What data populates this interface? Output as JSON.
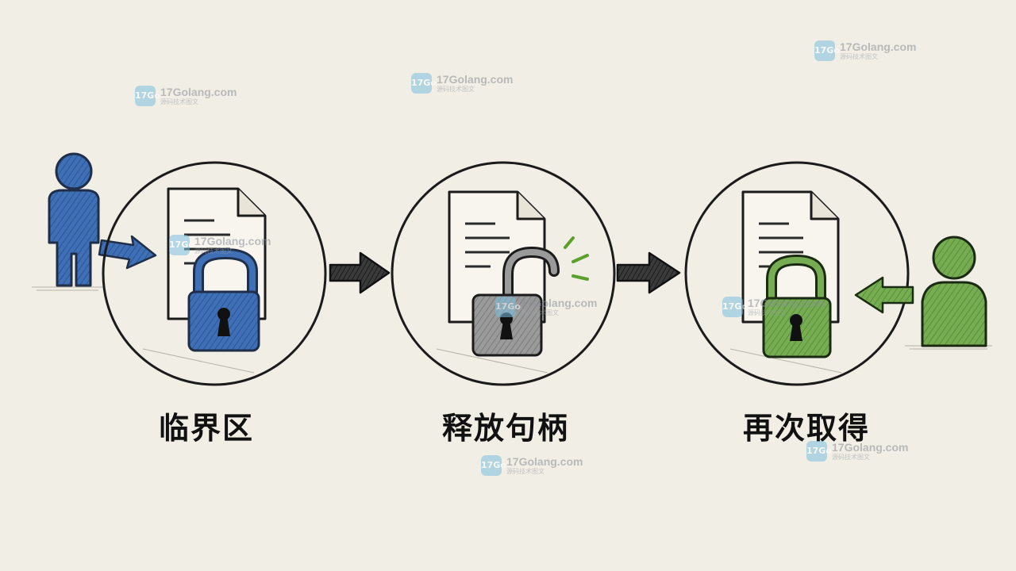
{
  "steps": [
    {
      "label": "临界区",
      "lock_state": "locked",
      "color": "#3f6fb5"
    },
    {
      "label": "释放句柄",
      "lock_state": "unlocked",
      "color": "#8f8f8f"
    },
    {
      "label": "再次取得",
      "lock_state": "locked",
      "color": "#6fa84a"
    }
  ],
  "colors": {
    "background": "#f1eee5",
    "first_person": "#3f6fb5",
    "second_person": "#6fa84a",
    "flow_arrow": "#2b2b2b",
    "release_mark": "#5aa02c"
  },
  "watermark": {
    "site": "17Golang.com",
    "sub": "源码技术图文",
    "logo": "17Go"
  }
}
